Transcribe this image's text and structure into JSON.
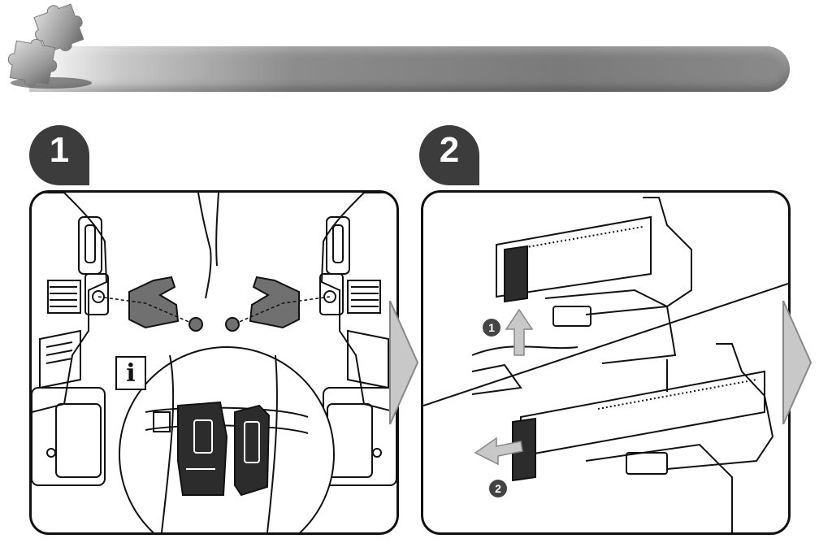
{
  "steps": [
    {
      "number": "1",
      "has_info_icon": true,
      "info_icon_label": "i"
    },
    {
      "number": "2",
      "callouts": [
        "1",
        "2"
      ]
    }
  ],
  "icons": {
    "header": "puzzle-pieces-icon",
    "info": "info-icon",
    "next": "next-step-arrow-icon"
  },
  "colors": {
    "badge": "#3c3c3c",
    "header_bar": "#8c8c8c",
    "part_fill": "#707070",
    "arrow_fill": "#c8c8c8"
  }
}
